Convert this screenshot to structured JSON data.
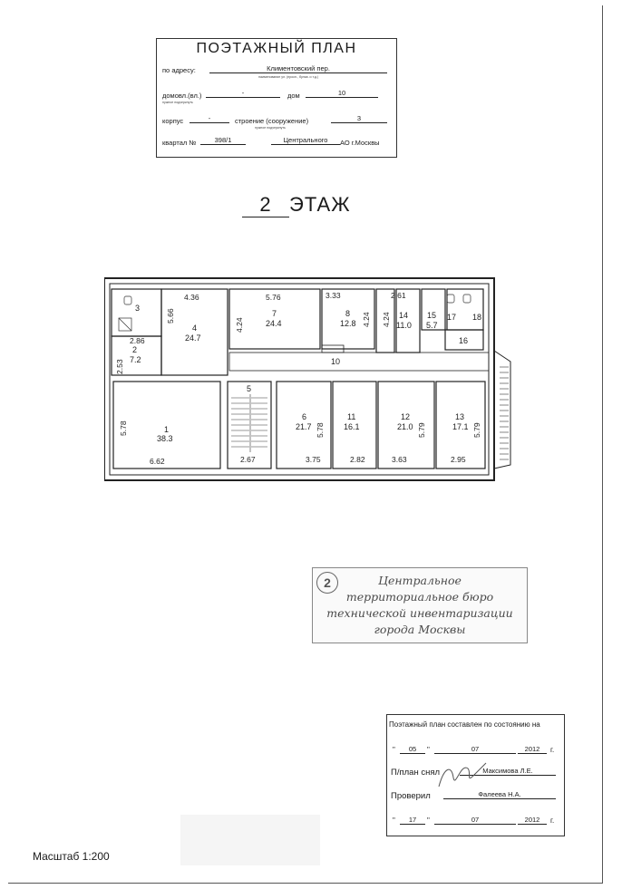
{
  "header": {
    "title": "ПОЭТАЖНЫЙ ПЛАН",
    "address_label": "по адресу:",
    "address_value": "Климентовский пер.",
    "address_note": "наименование ул. (просп., бульв. и т.д.)",
    "domovl_label": "домовл.(вл.)",
    "domovl_value": "-",
    "domovl_note": "нужное подчеркнуть",
    "dom_label": "дом",
    "dom_value": "10",
    "korpus_label": "корпус",
    "korpus_value": "-",
    "stroenie_label": "строение (сооружение)",
    "stroenie_value": "3",
    "stroenie_note": "нужное подчеркнуть",
    "kvartal_label": "квартал №",
    "kvartal_value": "398/1",
    "ao_value": "Центрального",
    "ao_suffix": "АО г.Москвы"
  },
  "floor": {
    "number": "2",
    "label": "ЭТАЖ"
  },
  "plan": {
    "rooms": [
      {
        "no": "1",
        "area": "38.3"
      },
      {
        "no": "2",
        "area": "7.2"
      },
      {
        "no": "3",
        "area": ""
      },
      {
        "no": "4",
        "area": "24.7"
      },
      {
        "no": "5",
        "area": ""
      },
      {
        "no": "6",
        "area": "21.7"
      },
      {
        "no": "7",
        "area": "24.4"
      },
      {
        "no": "8",
        "area": "12.8"
      },
      {
        "no": "10",
        "area": ""
      },
      {
        "no": "11",
        "area": "16.1"
      },
      {
        "no": "12",
        "area": "21.0"
      },
      {
        "no": "13",
        "area": "17.1"
      },
      {
        "no": "14",
        "area": "11.0"
      },
      {
        "no": "15",
        "area": "5.7"
      },
      {
        "no": "16",
        "area": ""
      },
      {
        "no": "17",
        "area": ""
      },
      {
        "no": "18",
        "area": ""
      }
    ],
    "dimensions": [
      "4.36",
      "5.76",
      "3.33",
      "2.61",
      "5.66",
      "4.24",
      "4.24",
      "4.24",
      "2.86",
      "2.53",
      "5.78",
      "6.62",
      "2.67",
      "5.78",
      "3.75",
      "2.82",
      "5.79",
      "3.63",
      "5.79",
      "2.95"
    ]
  },
  "stamp": {
    "logo": "2",
    "lines": [
      "Центральное",
      "территориальное бюро",
      "технической инвентаризации",
      "города Москвы"
    ]
  },
  "certificate": {
    "caption": "Поэтажный план составлен по состоянию на",
    "date1_day": "05",
    "date1_month": "07",
    "date1_year": "2012",
    "year_suffix": "г.",
    "drawn_label": "П/план снял",
    "drawn_value": "Максимова Л.Е.",
    "checked_label": "Проверил",
    "checked_value": "Фалеева Н.А.",
    "date2_day": "17",
    "date2_month": "07",
    "date2_year": "2012"
  },
  "scale": "Масштаб 1:200"
}
